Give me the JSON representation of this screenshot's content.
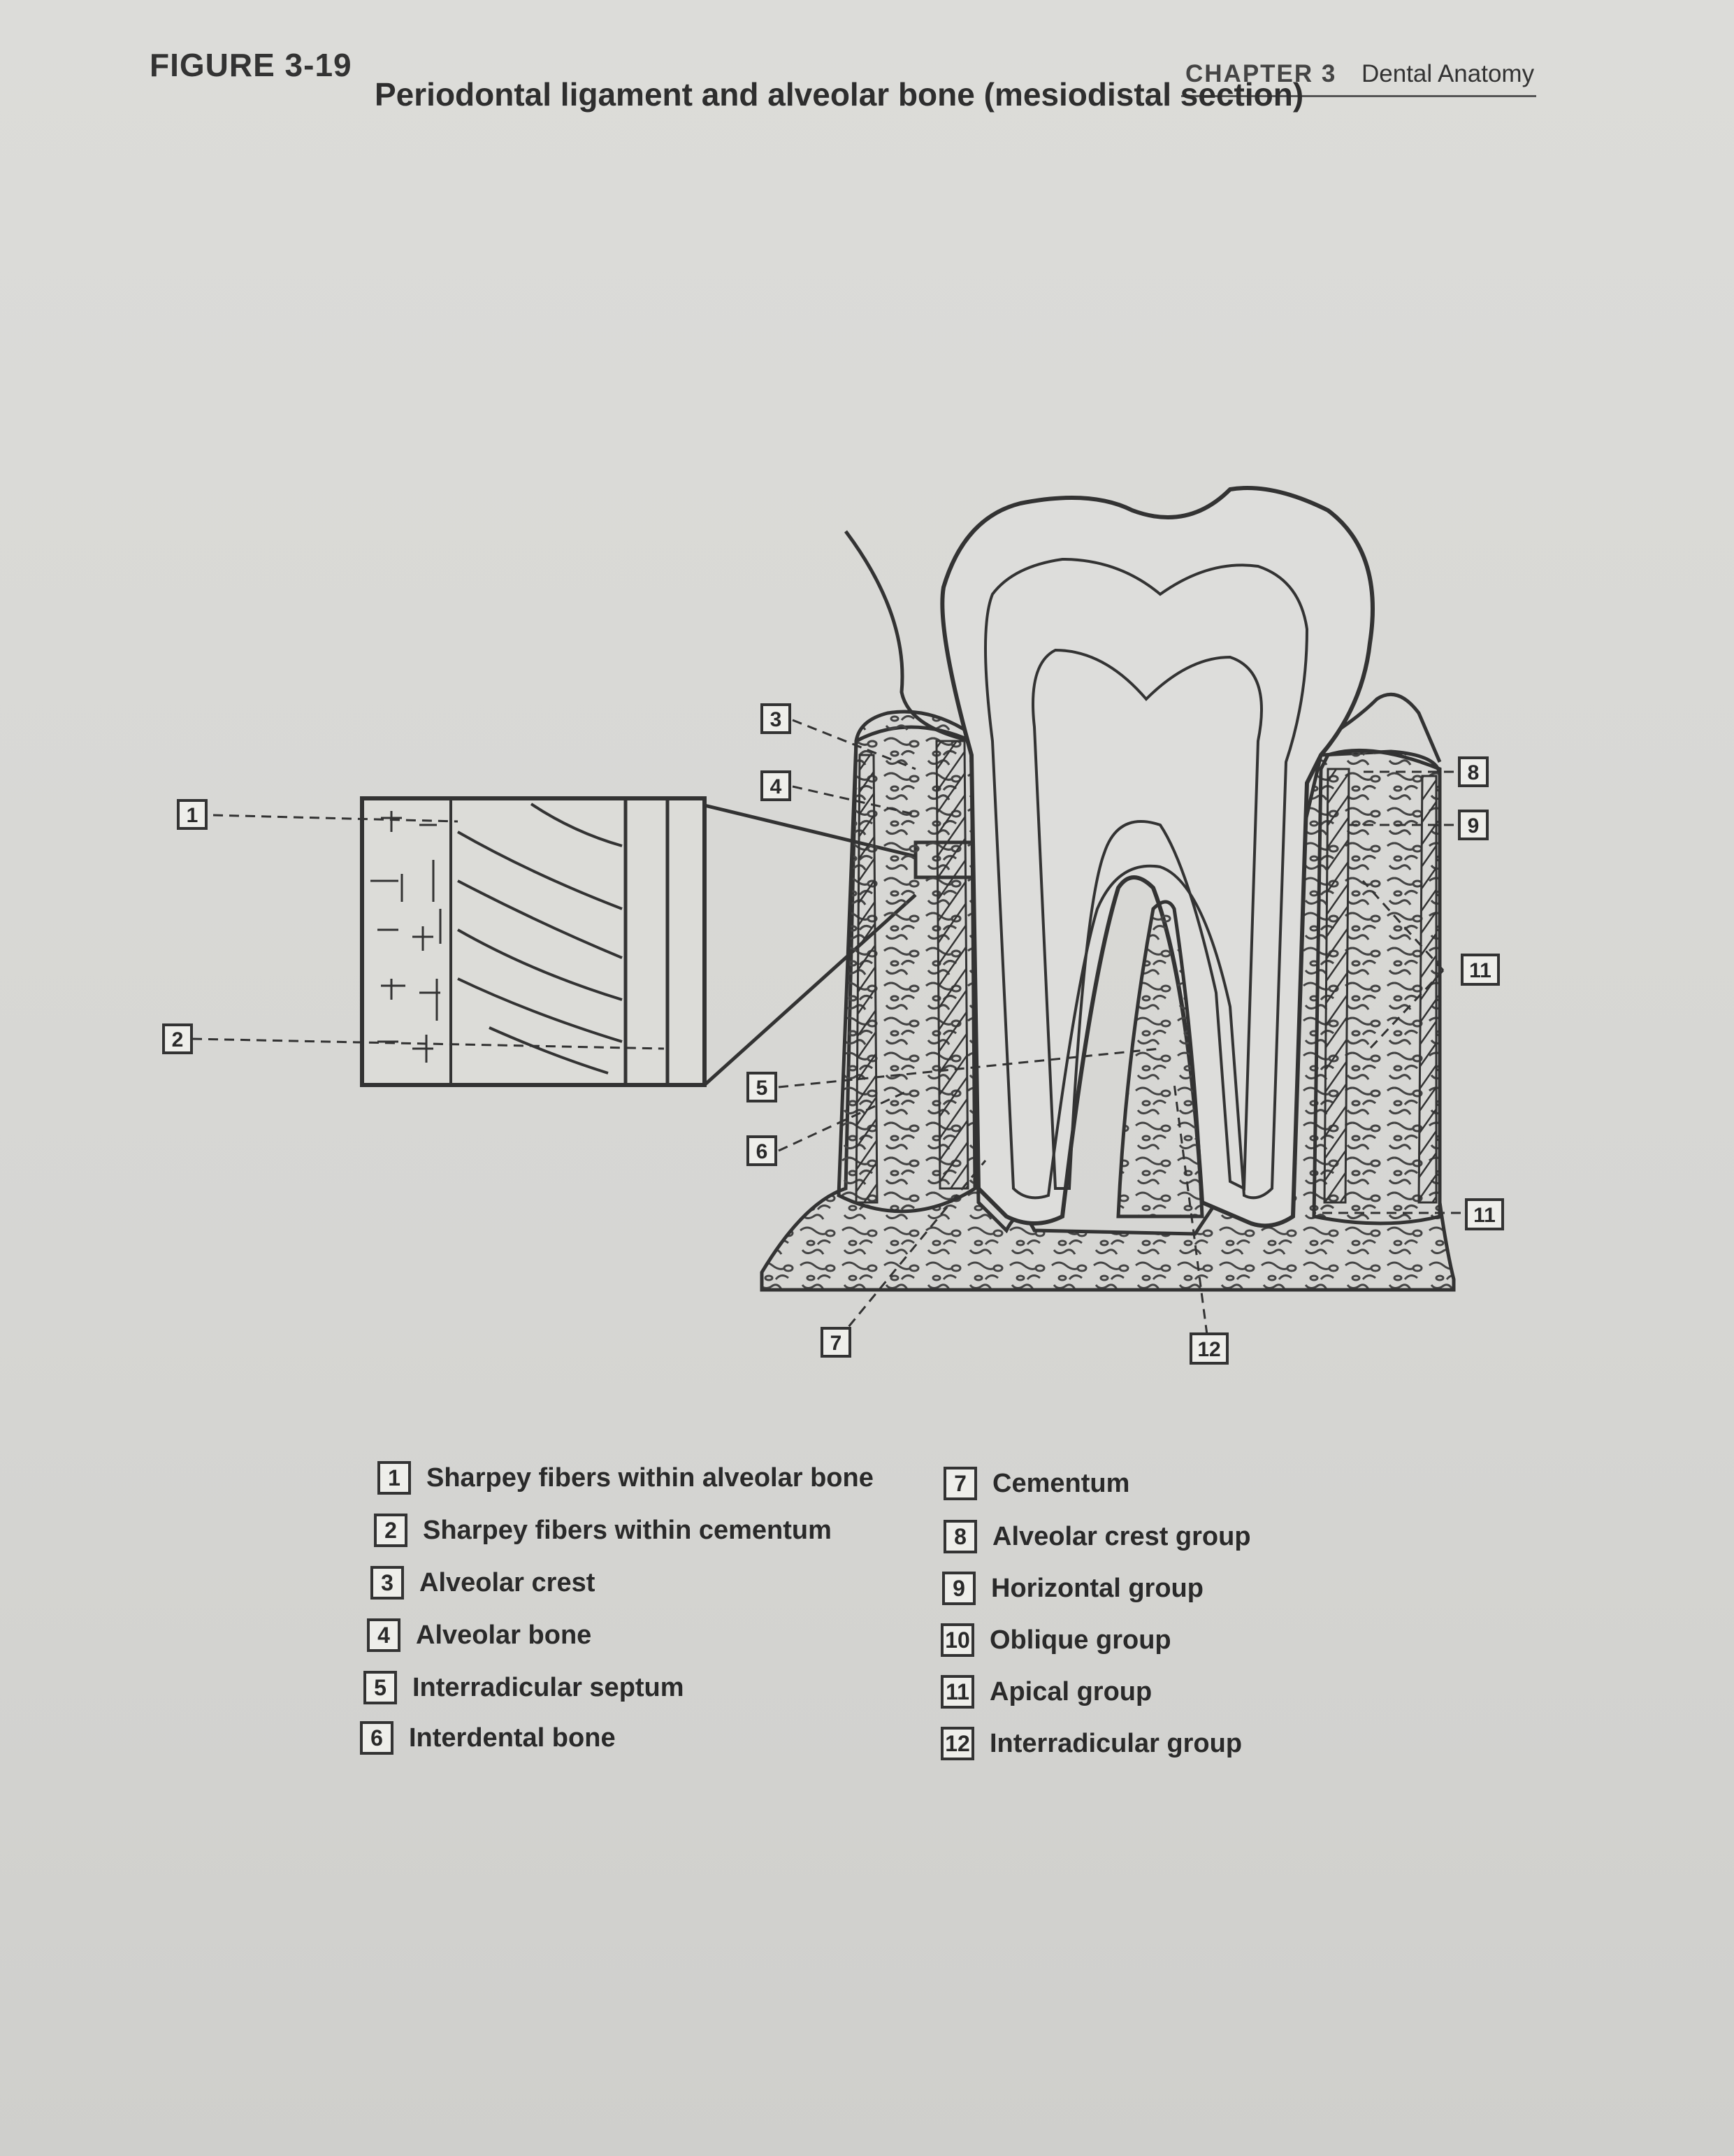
{
  "header": {
    "chapter": "CHAPTER 3",
    "title": "Dental Anatomy"
  },
  "figure": {
    "number": "FIGURE 3-19",
    "caption": "Periodontal ligament and alveolar bone (mesiodistal section)"
  },
  "diagram_labels": [
    "1",
    "2",
    "3",
    "4",
    "5",
    "6",
    "7",
    "8",
    "9",
    "11",
    "11",
    "12"
  ],
  "legend": [
    {
      "num": "1",
      "text": "Sharpey fibers within alveolar bone"
    },
    {
      "num": "2",
      "text": "Sharpey fibers within cementum"
    },
    {
      "num": "3",
      "text": "Alveolar crest"
    },
    {
      "num": "4",
      "text": "Alveolar bone"
    },
    {
      "num": "5",
      "text": "Interradicular septum"
    },
    {
      "num": "6",
      "text": "Interdental bone"
    },
    {
      "num": "7",
      "text": "Cementum"
    },
    {
      "num": "8",
      "text": "Alveolar crest group"
    },
    {
      "num": "9",
      "text": "Horizontal group"
    },
    {
      "num": "10",
      "text": "Oblique group"
    },
    {
      "num": "11",
      "text": "Apical group"
    },
    {
      "num": "12",
      "text": "Interradicular group"
    }
  ]
}
